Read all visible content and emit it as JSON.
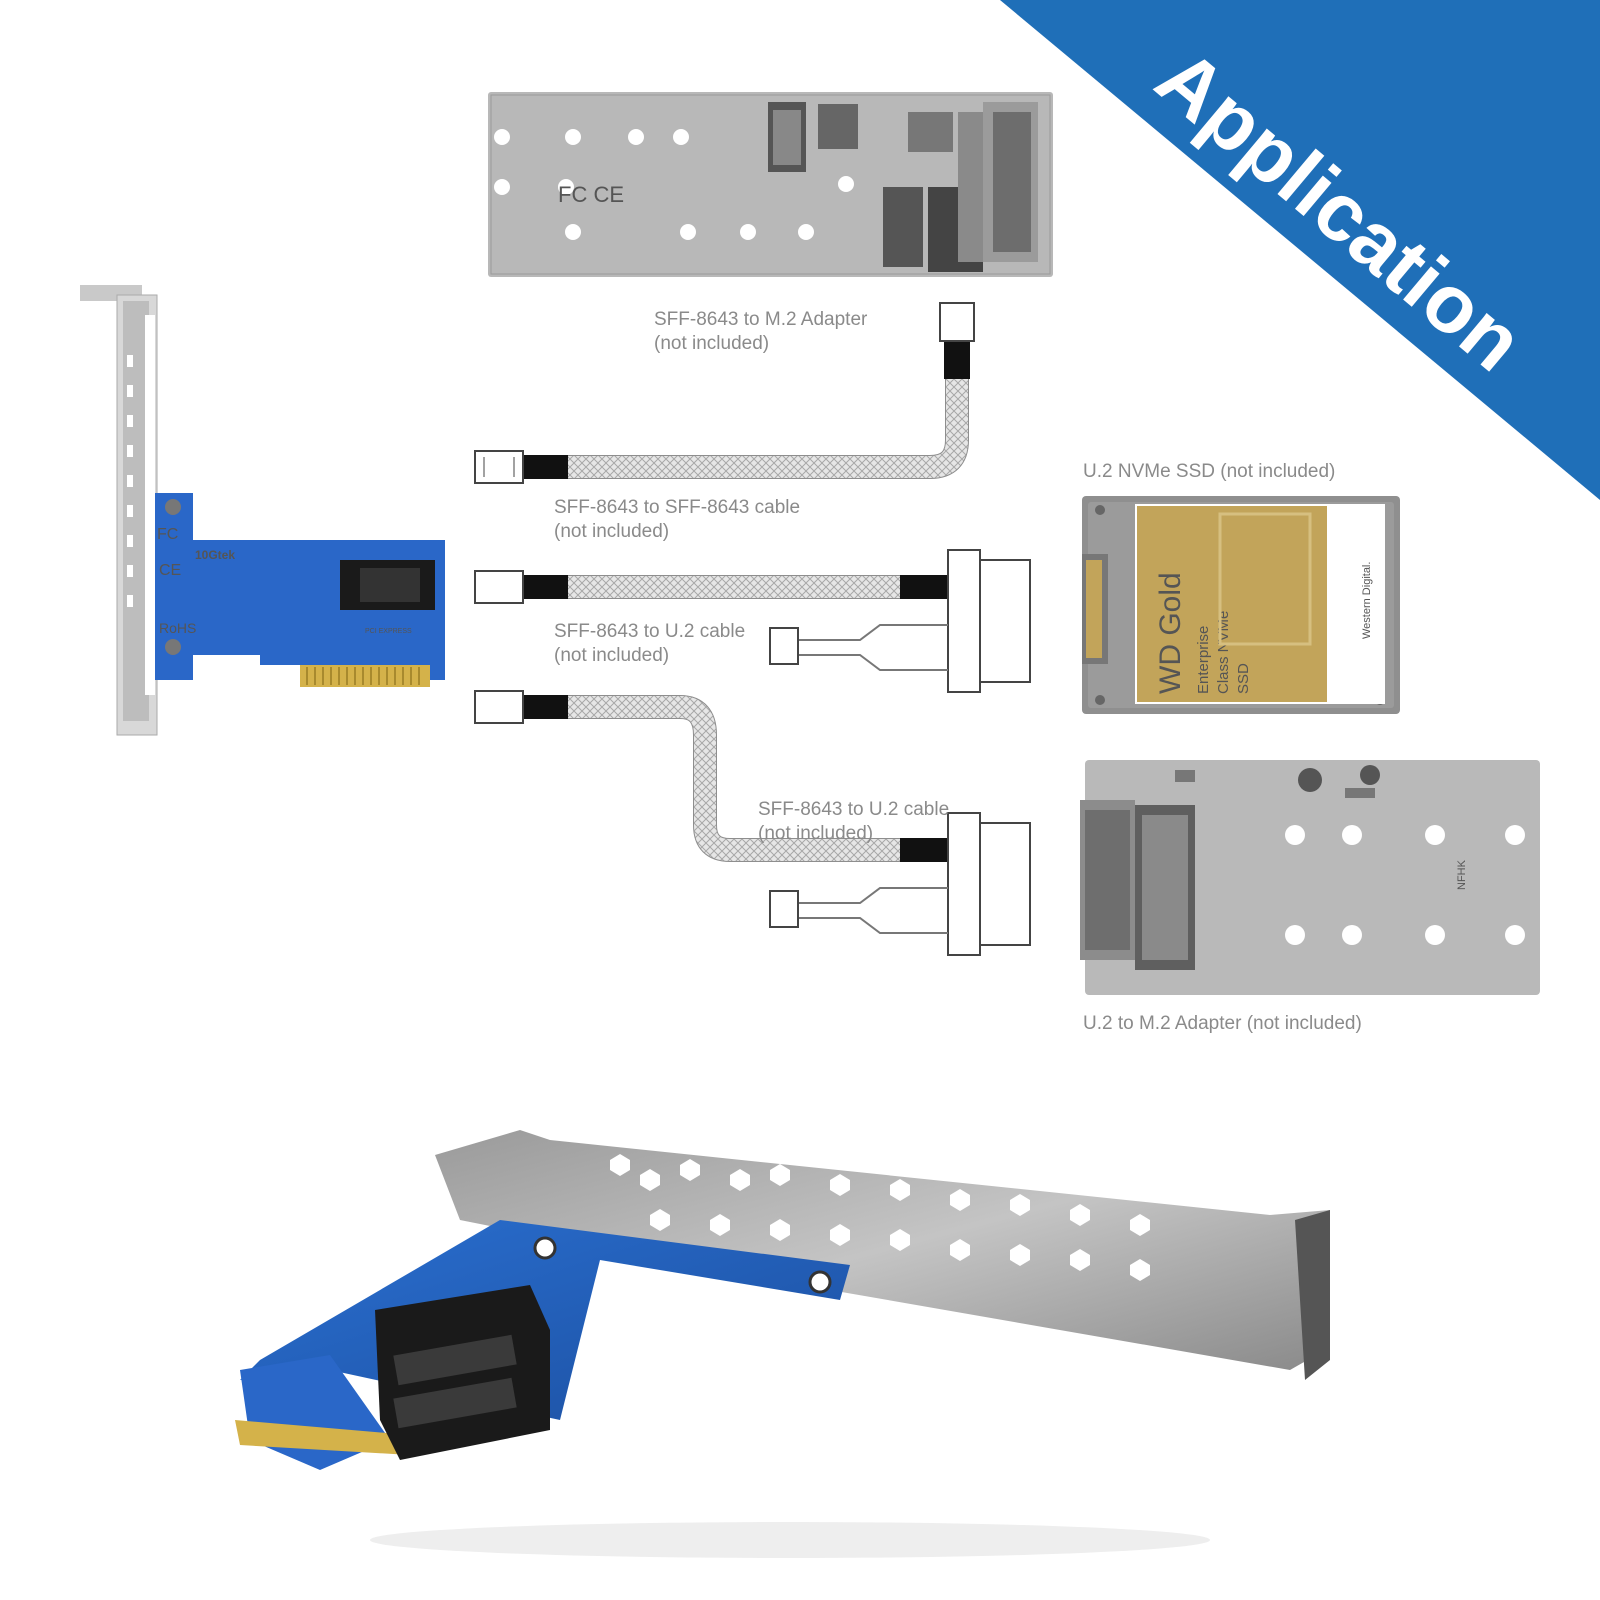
{
  "banner": {
    "text": "Application",
    "color": "#1f6fb8"
  },
  "labels": {
    "m2_adapter_top": {
      "line1": "SFF-8643 to M.2 Adapter",
      "line2": "(not included)"
    },
    "cable_sff_sff": {
      "line1": "SFF-8643 to SFF-8643 cable",
      "line2": "(not included)"
    },
    "cable_u2_a": {
      "line1": "SFF-8643 to U.2 cable",
      "line2": "(not included)"
    },
    "cable_u2_b": {
      "line1": "SFF-8643 to U.2 cable",
      "line2": "(not included)"
    },
    "u2_ssd": {
      "title": "U.2 NVMe SSD",
      "note": "(not included)"
    },
    "u2_m2_adapter": {
      "title": "U.2 to M.2 Adapter",
      "note": "(not included)"
    }
  },
  "ssd": {
    "brand": "WD Gold",
    "line1": "Enterprise",
    "line2": "Class NVMe",
    "line3": "SSD",
    "maker": "Western Digital."
  },
  "card": {
    "brand": "10Gtek",
    "rohs": "RoHS",
    "fc": "FC",
    "ce": "CE",
    "pci": "PCI EXPRESS"
  },
  "colors": {
    "pcb_blue": "#2a67c8",
    "gold": "#c9a94f",
    "ssd_label": "#c2a45a"
  }
}
